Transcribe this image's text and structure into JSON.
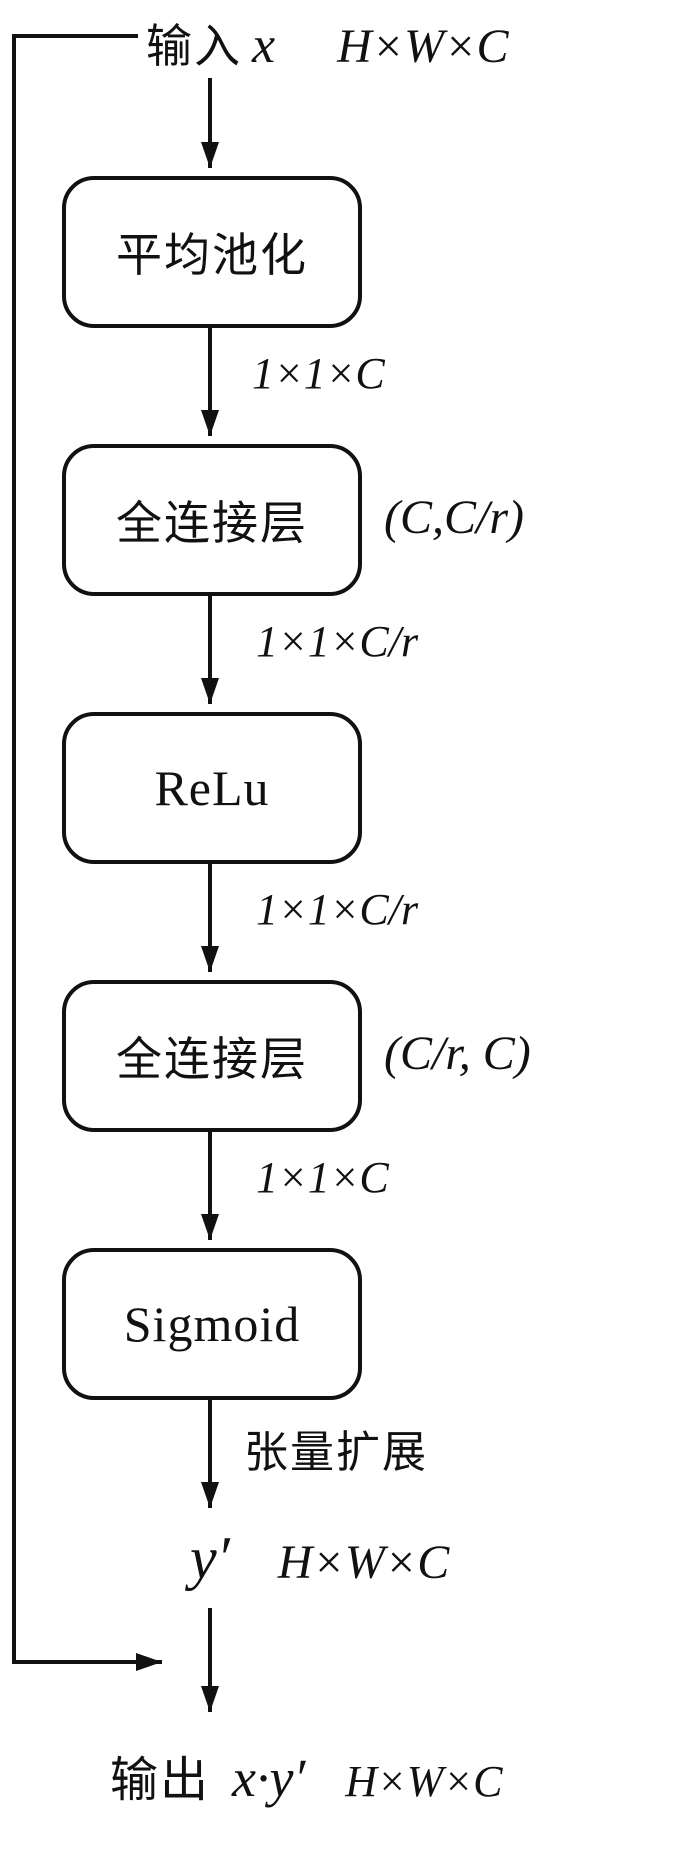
{
  "diagram": {
    "input": {
      "label": "输入",
      "var": "x",
      "dims": "H×W×C"
    },
    "boxes": [
      {
        "label": "平均池化"
      },
      {
        "label": "全连接层",
        "side": "(C,C/r)"
      },
      {
        "label": "ReLu"
      },
      {
        "label": "全连接层",
        "side": "(C/r, C)"
      },
      {
        "label": "Sigmoid"
      }
    ],
    "arrow_labels": [
      "1×1×C",
      "1×1×C/r",
      "1×1×C/r",
      "1×1×C",
      "张量扩展"
    ],
    "intermediate": {
      "var": "y′",
      "dims": "H×W×C"
    },
    "output": {
      "label": "输出",
      "var": "x·y′",
      "dims": "H×W×C"
    },
    "colors": {
      "line": "#111111",
      "box_border": "#111111",
      "background": "#ffffff"
    }
  }
}
